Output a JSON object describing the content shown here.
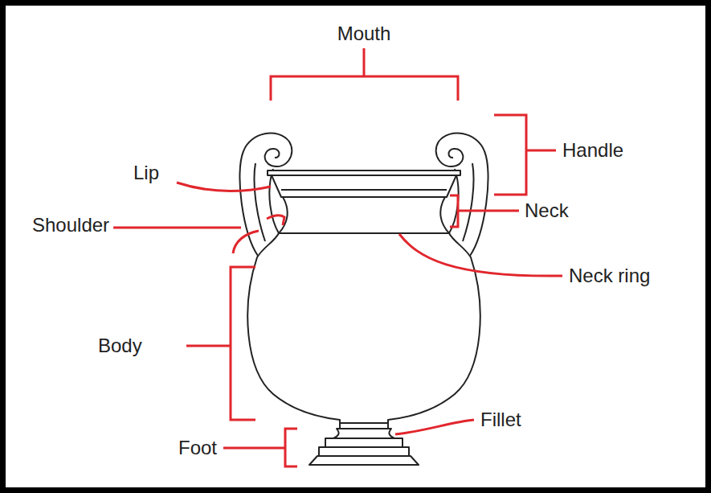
{
  "diagram": {
    "labels": [
      "Mouth",
      "Handle",
      "Lip",
      "Neck",
      "Shoulder",
      "Neck ring",
      "Body",
      "Fillet",
      "Foot"
    ]
  }
}
